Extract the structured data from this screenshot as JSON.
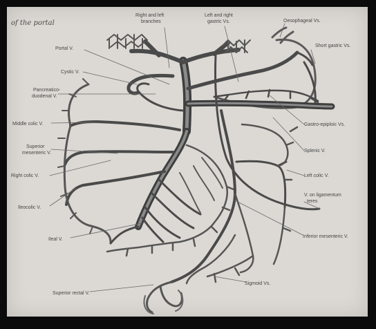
{
  "header": {
    "text": "of the portal"
  },
  "labels": {
    "portal": "Portal V.",
    "cystic": "Cystic V.",
    "pancreatico_1": "Pancreatico-",
    "pancreatico_2": "duodenal V.",
    "middle_colic": "Middle colic V.",
    "superior_mesenteric_1": "Superior",
    "superior_mesenteric_2": "mesenteric V.",
    "right_colic": "Right colic V.",
    "ileocolic": "Ileocolic V.",
    "ileal": "Ileal V.",
    "superior_rectal": "Superior rectal V.",
    "right_left_branches_1": "Right and left",
    "right_left_branches_2": "branches",
    "left_right_gastric_1": "Left and right",
    "left_right_gastric_2": "gastric Vs.",
    "oesophageal": "Oesophageal Vs.",
    "short_gastric": "Short gastric Vs.",
    "gastro_epiploic": "Gastro-epiploic Vs.",
    "splenic": "Splenic V.",
    "left_colic": "Left colic V.",
    "lig_teres_1": "V. on ligamentum",
    "lig_teres_2": "teres",
    "inferior_mesenteric": "Inferior mesenteric V.",
    "sigmoid": "Sigmoid Vs."
  },
  "colors": {
    "vein": "#6f6f6f",
    "vein_dark": "#3e3e3e",
    "paper": "#dcd9d4"
  }
}
